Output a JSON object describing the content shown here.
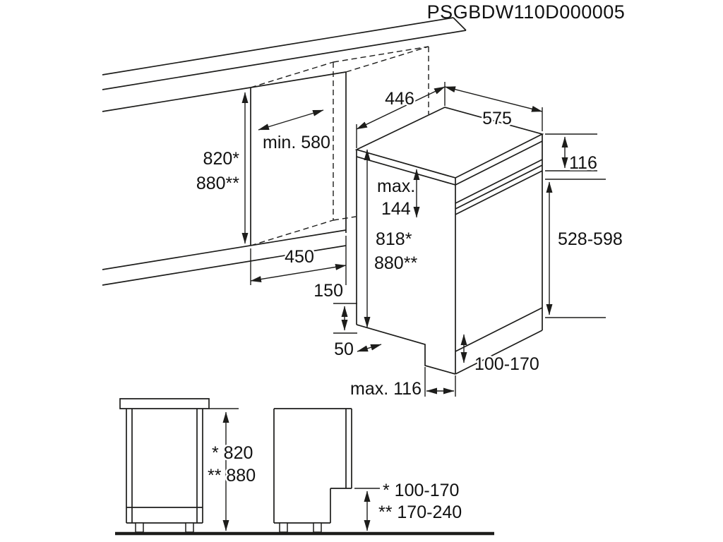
{
  "title": "PSGBDW110D000005",
  "colors": {
    "ink": "#1d1d1b",
    "background": "#ffffff"
  },
  "iso": {
    "niche_height_1": "820*",
    "niche_height_2": "880**",
    "niche_depth_min": "min. 580",
    "top_width": "446",
    "top_depth": "575",
    "panel_height": "116",
    "door_gap_max_1": "max.",
    "door_gap_max_2": "144",
    "appliance_height_1": "818*",
    "appliance_height_2": "880**",
    "door_panel_range": "528-598",
    "niche_width": "450",
    "dim_150": "150",
    "dim_50": "50",
    "plinth_range": "100-170",
    "plinth_depth_max": "max. 116"
  },
  "front": {
    "height_1": "* 820",
    "height_2": "** 880"
  },
  "side": {
    "plinth_1": "* 100-170",
    "plinth_2": "** 170-240"
  }
}
